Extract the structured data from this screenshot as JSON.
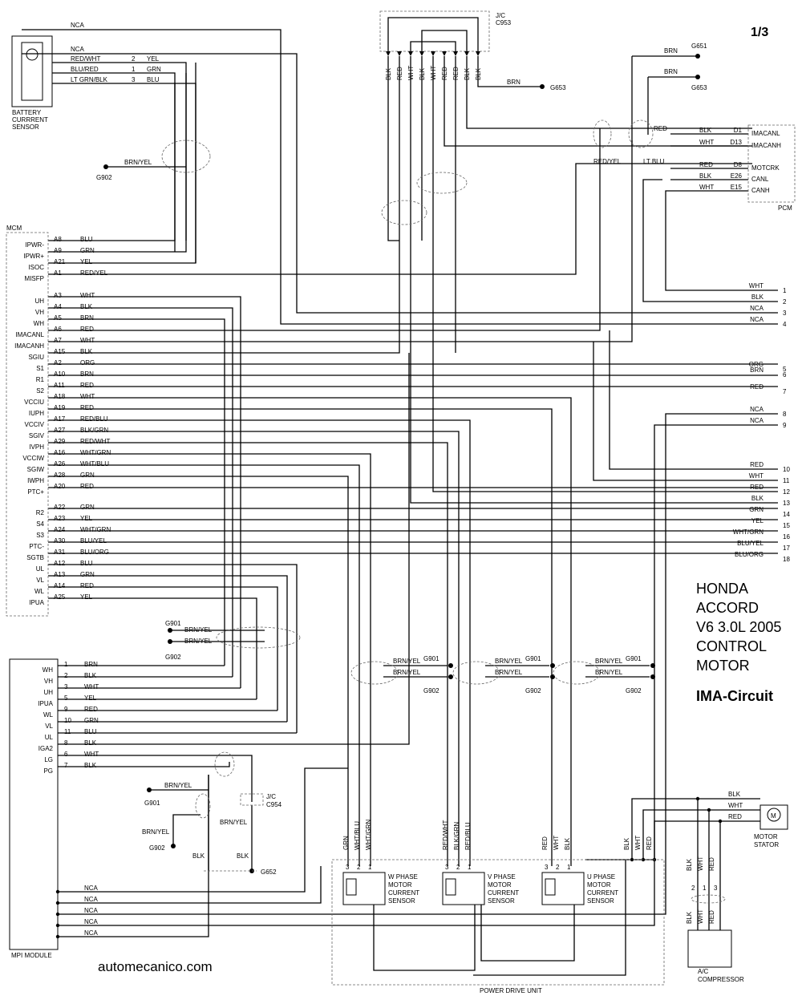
{
  "page_number": "1/3",
  "title_lines": [
    "HONDA",
    "ACCORD",
    "V6 3.0L 2005",
    "CONTROL",
    "MOTOR"
  ],
  "subtitle": "IMA-Circuit",
  "watermark": "automecanico.com",
  "components": {
    "battery_sensor": [
      "BATTERY",
      "CURRRENT",
      "SENSOR"
    ],
    "mcm": "MCM",
    "pcm": "PCM",
    "jc953": [
      "J/C",
      "C953"
    ],
    "jc954": [
      "J/C",
      "C954"
    ],
    "mpi": "MPI MODULE",
    "motor_stator": [
      "MOTOR",
      "STATOR"
    ],
    "ac": [
      "A/C",
      "COMPRESSOR"
    ],
    "pdu": "POWER DRIVE UNIT",
    "w_sensor": [
      "W PHASE",
      "MOTOR",
      "CURRENT",
      "SENSOR"
    ],
    "v_sensor": [
      "V PHASE",
      "MOTOR",
      "CURRENT",
      "SENSOR"
    ],
    "u_sensor": [
      "U PHASE",
      "MOTOR",
      "CURRENT",
      "SENSOR"
    ]
  },
  "battery_wires": [
    {
      "label": "NCA"
    },
    {
      "label": "NCA"
    },
    {
      "label": "RED/WHT",
      "pin": "2",
      "out": "YEL"
    },
    {
      "label": "BLU/RED",
      "pin": "1",
      "out": "GRN"
    },
    {
      "label": "LT GRN/BLK",
      "pin": "3",
      "out": "BLU"
    }
  ],
  "grounds": {
    "g902_top": "G902",
    "g651": "G651",
    "g653": "G653",
    "g653b": "G653",
    "g901": "G901",
    "g902": "G902",
    "g652": "G652",
    "brnyel": "BRN/YEL",
    "brn": "BRN",
    "blk": "BLK"
  },
  "jc953_wires": [
    "BLK",
    "RED",
    "WHT",
    "BLK",
    "WHT",
    "RED",
    "RED",
    "BLK",
    "BLK"
  ],
  "pcm_pins": [
    {
      "name": "IMACANL",
      "pin": "D1",
      "color": "BLK"
    },
    {
      "name": "IMACANH",
      "pin": "D13",
      "color": "WHT"
    },
    {
      "name": "MOTCRK",
      "pin": "D8",
      "color": "RED"
    },
    {
      "name": "CANL",
      "pin": "E26",
      "color": "BLK"
    },
    {
      "name": "CANH",
      "pin": "E15",
      "color": "WHT"
    }
  ],
  "pcm_extra": {
    "red": "RED",
    "redyel": "RED/YEL",
    "ltblu": "LT BLU"
  },
  "mcm_pins": [
    {
      "name": "IPWR-",
      "pin": "A8",
      "color": "BLU"
    },
    {
      "name": "IPWR+",
      "pin": "A9",
      "color": "GRN"
    },
    {
      "name": "ISOC",
      "pin": "A21",
      "color": "YEL"
    },
    {
      "name": "MISFP",
      "pin": "A1",
      "color": "RED/YEL"
    },
    {
      "name": "UH",
      "pin": "A3",
      "color": "WHT"
    },
    {
      "name": "VH",
      "pin": "A4",
      "color": "BLK"
    },
    {
      "name": "WH",
      "pin": "A5",
      "color": "BRN"
    },
    {
      "name": "IMACANL",
      "pin": "A6",
      "color": "RED"
    },
    {
      "name": "IMACANH",
      "pin": "A7",
      "color": "WHT"
    },
    {
      "name": "SGIU",
      "pin": "A15",
      "color": "BLK"
    },
    {
      "name": "S1",
      "pin": "A2",
      "color": "ORG"
    },
    {
      "name": "R1",
      "pin": "A10",
      "color": "BRN"
    },
    {
      "name": "S2",
      "pin": "A11",
      "color": "RED"
    },
    {
      "name": "VCCIU",
      "pin": "A18",
      "color": "WHT"
    },
    {
      "name": "IUPH",
      "pin": "A19",
      "color": "RED"
    },
    {
      "name": "VCCIV",
      "pin": "A17",
      "color": "RED/BLU"
    },
    {
      "name": "SGIV",
      "pin": "A27",
      "color": "BLK/GRN"
    },
    {
      "name": "IVPH",
      "pin": "A29",
      "color": "RED/WHT"
    },
    {
      "name": "VCCIW",
      "pin": "A16",
      "color": "WHT/GRN"
    },
    {
      "name": "SGIW",
      "pin": "A26",
      "color": "WHT/BLU"
    },
    {
      "name": "IWPH",
      "pin": "A28",
      "color": "GRN"
    },
    {
      "name": "PTC+",
      "pin": "A20",
      "color": "RED"
    },
    {
      "name": "R2",
      "pin": "A22",
      "color": "GRN"
    },
    {
      "name": "S4",
      "pin": "A23",
      "color": "YEL"
    },
    {
      "name": "S3",
      "pin": "A24",
      "color": "WHT/GRN"
    },
    {
      "name": "PTC-",
      "pin": "A30",
      "color": "BLU/YEL"
    },
    {
      "name": "SGTB",
      "pin": "A31",
      "color": "BLU/ORG"
    },
    {
      "name": "UL",
      "pin": "A12",
      "color": "BLU"
    },
    {
      "name": "VL",
      "pin": "A13",
      "color": "GRN"
    },
    {
      "name": "WL",
      "pin": "A14",
      "color": "RED"
    },
    {
      "name": "IPUA",
      "pin": "A25",
      "color": "YEL"
    }
  ],
  "right_conn": [
    {
      "num": "1",
      "color": "WHT"
    },
    {
      "num": "2",
      "color": "BLK"
    },
    {
      "num": "3",
      "color": "NCA"
    },
    {
      "num": "4",
      "color": "NCA"
    },
    {
      "num": "5",
      "color": "ORG"
    },
    {
      "num": "6",
      "color": "BRN"
    },
    {
      "num": "7",
      "color": "RED"
    },
    {
      "num": "8",
      "color": "NCA"
    },
    {
      "num": "9",
      "color": "NCA"
    },
    {
      "num": "10",
      "color": "RED"
    },
    {
      "num": "11",
      "color": "WHT"
    },
    {
      "num": "12",
      "color": "RED"
    },
    {
      "num": "13",
      "color": "BLK"
    },
    {
      "num": "14",
      "color": "GRN"
    },
    {
      "num": "15",
      "color": "YEL"
    },
    {
      "num": "16",
      "color": "WHT/GRN"
    },
    {
      "num": "17",
      "color": "BLU/YEL"
    },
    {
      "num": "18",
      "color": "BLU/ORG"
    }
  ],
  "mpi_pins": [
    {
      "name": "WH",
      "pin": "1",
      "color": "BRN"
    },
    {
      "name": "VH",
      "pin": "2",
      "color": "BLK"
    },
    {
      "name": "UH",
      "pin": "3",
      "color": "WHT"
    },
    {
      "name": "IPUA",
      "pin": "5",
      "color": "YEL"
    },
    {
      "name": "WL",
      "pin": "9",
      "color": "RED"
    },
    {
      "name": "VL",
      "pin": "10",
      "color": "GRN"
    },
    {
      "name": "UL",
      "pin": "11",
      "color": "BLU"
    },
    {
      "name": "IGA2",
      "pin": "8",
      "color": "BLK"
    },
    {
      "name": "LG",
      "pin": "6",
      "color": "WHT"
    },
    {
      "name": "PG",
      "pin": "7",
      "color": "BLK"
    }
  ],
  "mpi_nca": [
    "NCA",
    "NCA",
    "NCA",
    "NCA",
    "NCA"
  ],
  "sensor_wires": {
    "w": [
      "GRN",
      "WHT/BLU",
      "WHT/GRN"
    ],
    "v": [
      "RED/WHT",
      "BLK/GRN",
      "RED/BLU"
    ],
    "u": [
      "RED",
      "WHT",
      "BLK"
    ],
    "pins": [
      "3",
      "2",
      "1"
    ]
  },
  "stator_wires": [
    "BLK",
    "WHT",
    "RED"
  ],
  "pdu_out": [
    "BLK",
    "WHT",
    "RED"
  ],
  "ac_wires": [
    "BLK",
    "WHT",
    "RED"
  ],
  "ac_pins": [
    "2",
    "1",
    "3"
  ]
}
